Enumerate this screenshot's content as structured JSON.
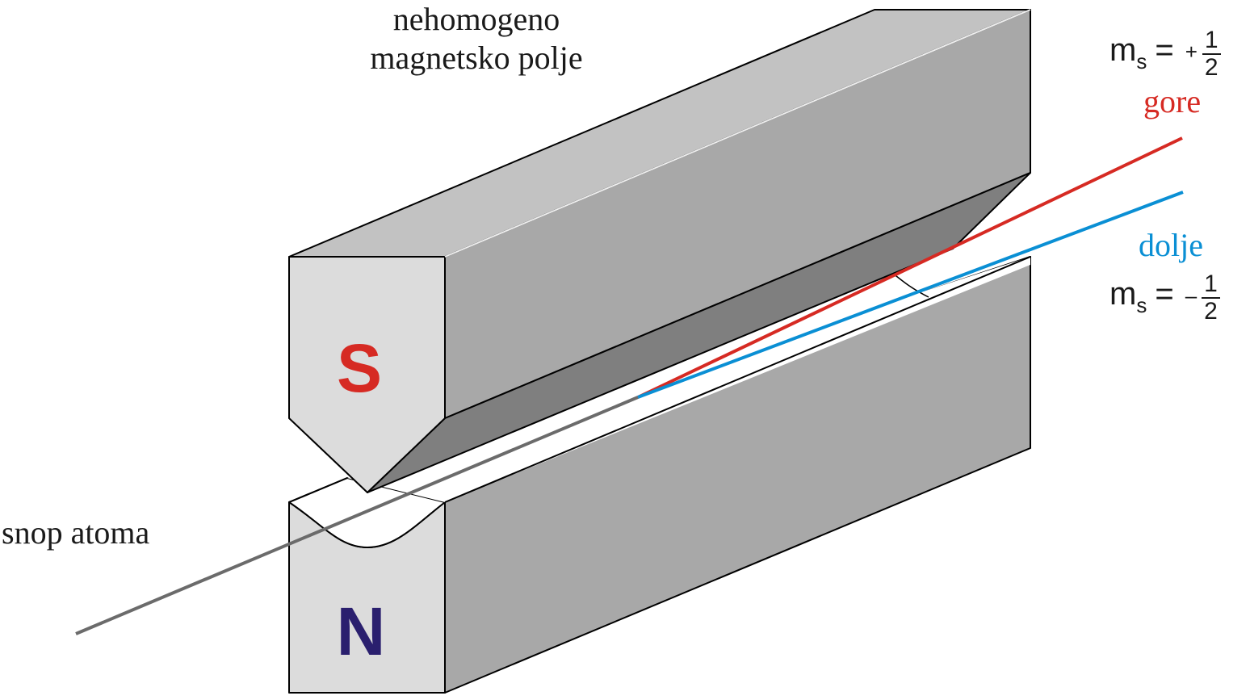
{
  "title": {
    "line1": "nehomogeno",
    "line2": "magnetsko polje"
  },
  "poles": {
    "top": "S",
    "bottom": "N"
  },
  "beam": {
    "label": "snop atoma"
  },
  "spin_up": {
    "label": "gore",
    "symbol": "m",
    "subscript": "s",
    "equals": "=",
    "sign": "+",
    "numerator": "1",
    "denominator": "2"
  },
  "spin_down": {
    "label": "dolje",
    "symbol": "m",
    "subscript": "s",
    "equals": "=",
    "sign": "–",
    "numerator": "1",
    "denominator": "2"
  },
  "colors": {
    "s_pole": "#d62a23",
    "n_pole": "#2a1f6e",
    "spin_up_path": "#d62a23",
    "spin_down_path": "#0a8fd4",
    "beam": "#6b6b6b",
    "face_light": "#dcdcdc",
    "face_mid": "#a8a8a8",
    "face_top": "#c2c2c2",
    "face_dark": "#7f7f7f"
  }
}
